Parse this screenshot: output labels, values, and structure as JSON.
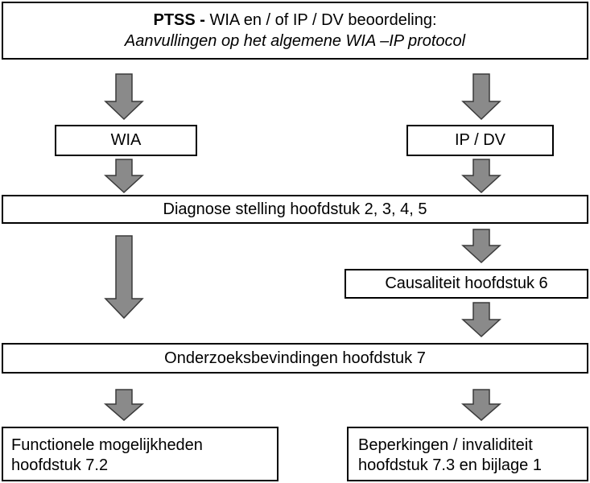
{
  "diagram": {
    "title": {
      "bold": "PTSS -",
      "rest": " WIA en / of IP / DV beoordeling:",
      "subtitle": "Aanvullingen op het algemene WIA –IP protocol"
    },
    "nodes": {
      "wia": "WIA",
      "ipdv": "IP / DV",
      "diagnose": "Diagnose stelling hoofdstuk 2, 3, 4, 5",
      "causaliteit": "Causaliteit hoofdstuk 6",
      "onderzoek": "Onderzoeksbevindingen hoofdstuk 7",
      "functioneel": [
        "Functionele mogelijkheden",
        "hoofdstuk 7.2"
      ],
      "beperkingen": [
        "Beperkingen / invaliditeit",
        "hoofdstuk 7.3 en bijlage 1"
      ]
    },
    "edges": [
      [
        "title",
        "wia"
      ],
      [
        "title",
        "ipdv"
      ],
      [
        "wia",
        "diagnose"
      ],
      [
        "ipdv",
        "diagnose"
      ],
      [
        "diagnose",
        "onderzoek"
      ],
      [
        "diagnose",
        "causaliteit"
      ],
      [
        "causaliteit",
        "onderzoek"
      ],
      [
        "onderzoek",
        "functioneel"
      ],
      [
        "onderzoek",
        "beperkingen"
      ]
    ],
    "colors": {
      "arrow_fill": "#8a8a8a",
      "arrow_stroke": "#3a3a3a",
      "border": "#000000"
    }
  }
}
